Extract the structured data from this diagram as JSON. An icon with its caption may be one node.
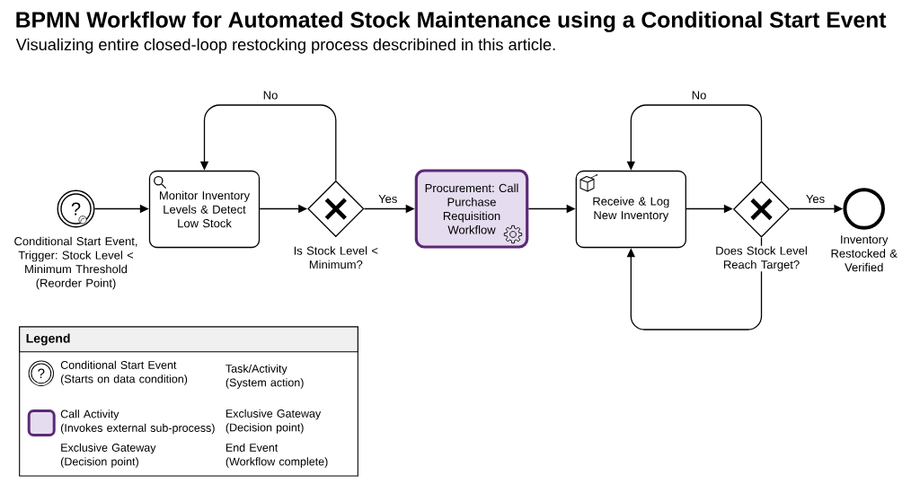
{
  "diagram": {
    "title": "BPMN Workflow for Automated Stock Maintenance using a Conditional Start Event",
    "nodes": [
      {
        "text": [
          "?"
        ],
        "beside": [
          "Conditional Start Event, Trigger: Stock Level < Minimum Threshold (Reorder Point)"
        ]
      },
      {
        "text": [
          "Monitor Inventory Levels & Detect Low Stock"
        ]
      },
      {
        "text": [],
        "shape": "diamond",
        "beside": [
          "Is Stock Level < Minimum?"
        ]
      },
      {
        "text": [
          "Procurement: Call Purchase Requisition Workflow"
        ]
      },
      {
        "text": [
          "Receive & Log New Inventory"
        ]
      },
      {
        "text": [],
        "shape": "diamond",
        "beside": [
          "Does Stock Level Reach Target?"
        ]
      },
      {
        "text": [],
        "shape": "circle",
        "beside": [
          "Inventory Restocked & Verified"
        ]
      }
    ],
    "edges": [
      {
        "from": 0,
        "to": 1,
        "arrow": "to"
      },
      {
        "from": 1,
        "to": 2,
        "arrow": "to"
      },
      {
        "from": 2,
        "to": 3,
        "arrow": "to",
        "label": "Yes"
      },
      {
        "from": 3,
        "to": 4,
        "arrow": "to"
      },
      {
        "from": 4,
        "to": 5,
        "arrow": "to"
      },
      {
        "from": 5,
        "to": 6,
        "arrow": "to",
        "label": "Yes"
      },
      {
        "from": 2,
        "to": 1,
        "arrow": "to",
        "label": "No"
      },
      {
        "from": 5,
        "to": 4,
        "arrow": "to",
        "label": "No"
      },
      {
        "from": 5,
        "to": 4,
        "arrow": "to"
      }
    ],
    "labels": [
      "Visualizing entire closed-loop restocking process describined in this article.",
      "Legend",
      "?"
    ],
    "legend": [
      {
        "text": "Conditional Start Event (Starts on data condition)"
      },
      {
        "text": "Task/Activity (System action)"
      },
      {
        "text": "Call Activity (Invokes external sub-process)",
        "color": "#e5dcf0"
      },
      {
        "text": "Exclusive Gateway (Decision point)"
      },
      {
        "text": "Exclusive Gateway (Decision point)"
      },
      {
        "text": "End Event (Workflow complete)"
      }
    ]
  }
}
